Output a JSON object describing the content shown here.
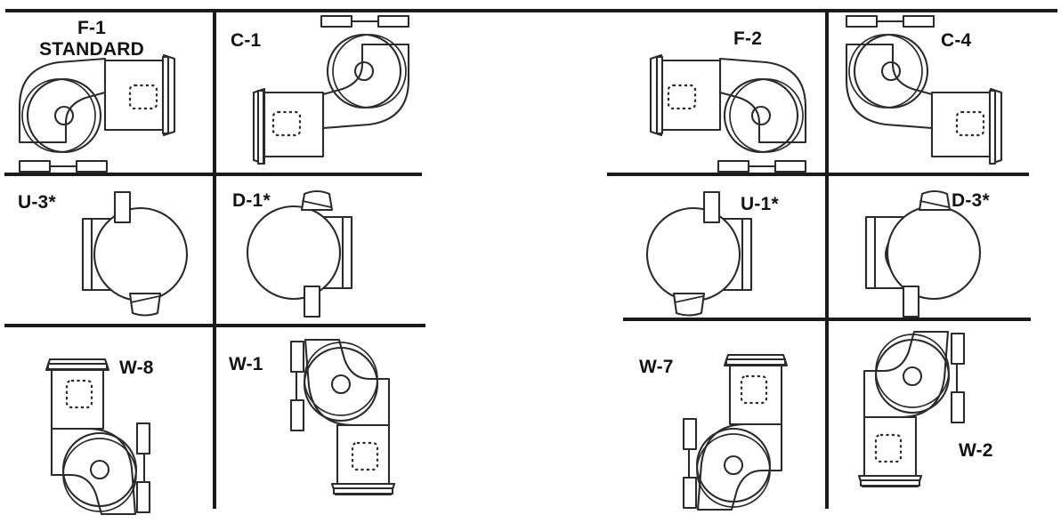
{
  "diagram": {
    "title": "Blower Discharge Arrangement Reference Chart",
    "note_symbol": "*",
    "line_color": "#1b1b1b",
    "art_stroke_color": "#2b2b2b",
    "label_color": "#131313",
    "background": "#ffffff"
  },
  "panels": {
    "left": {
      "rows": [
        {
          "cells": [
            {
              "key": "f1",
              "label": "F-1\nSTANDARD",
              "view": "side",
              "discharge": "horizontal-right",
              "motor_side": "right",
              "rotation": "cw"
            },
            {
              "key": "c1",
              "label": "C-1",
              "view": "side",
              "discharge": "horizontal-left",
              "motor_side": "left",
              "rotation": "ccw"
            }
          ]
        },
        {
          "cells": [
            {
              "key": "u3",
              "label": "U-3*",
              "view": "top",
              "discharge": "up",
              "inlet_side": "left"
            },
            {
              "key": "d1",
              "label": "D-1*",
              "view": "top",
              "discharge": "down",
              "inlet_side": "right"
            }
          ]
        },
        {
          "cells": [
            {
              "key": "w8",
              "label": "W-8",
              "view": "side",
              "discharge": "vertical-up",
              "motor_side": "right"
            },
            {
              "key": "w1",
              "label": "W-1",
              "view": "side",
              "discharge": "vertical-down",
              "motor_side": "left"
            }
          ]
        }
      ]
    },
    "right": {
      "rows": [
        {
          "cells": [
            {
              "key": "f2",
              "label": "F-2",
              "view": "side",
              "discharge": "horizontal-left",
              "motor_side": "left",
              "rotation": "ccw"
            },
            {
              "key": "c4",
              "label": "C-4",
              "view": "side",
              "discharge": "horizontal-right",
              "motor_side": "right",
              "rotation": "cw"
            }
          ]
        },
        {
          "cells": [
            {
              "key": "u1",
              "label": "U-1*",
              "view": "top",
              "discharge": "up",
              "inlet_side": "right"
            },
            {
              "key": "d3",
              "label": "D-3*",
              "view": "top",
              "discharge": "down",
              "inlet_side": "left"
            }
          ]
        },
        {
          "cells": [
            {
              "key": "w7",
              "label": "W-7",
              "view": "side",
              "discharge": "vertical-up",
              "motor_side": "left"
            },
            {
              "key": "w2",
              "label": "W-2",
              "view": "side",
              "discharge": "vertical-down",
              "motor_side": "right"
            }
          ]
        }
      ]
    }
  },
  "labels": {
    "f1": "F-1\nSTANDARD",
    "c1": "C-1",
    "f2": "F-2",
    "c4": "C-4",
    "u3": "U-3*",
    "d1": "D-1*",
    "u1": "U-1*",
    "d3": "D-3*",
    "w8": "W-8",
    "w1": "W-1",
    "w7": "W-7",
    "w2": "W-2"
  }
}
